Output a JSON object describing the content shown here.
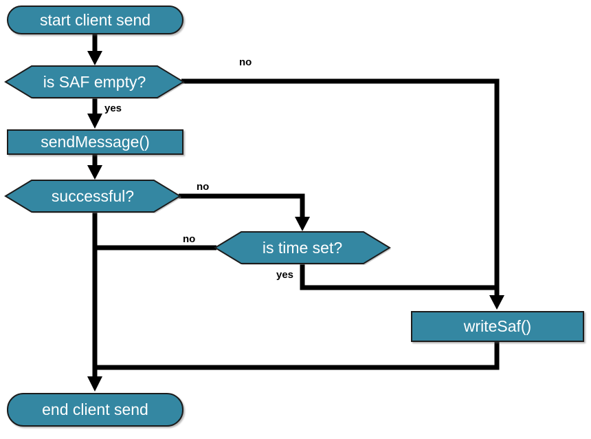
{
  "diagram": {
    "type": "flowchart",
    "nodes": {
      "start": {
        "label": "start client send",
        "shape": "terminator"
      },
      "is_saf_empty": {
        "label": "is SAF empty?",
        "shape": "decision"
      },
      "send_message": {
        "label": "sendMessage()",
        "shape": "process"
      },
      "successful": {
        "label": "successful?",
        "shape": "decision"
      },
      "is_time_set": {
        "label": "is time set?",
        "shape": "decision"
      },
      "write_saf": {
        "label": "writeSaf()",
        "shape": "process"
      },
      "end": {
        "label": "end client send",
        "shape": "terminator"
      }
    },
    "edge_labels": {
      "saf_empty_no": "no",
      "saf_empty_yes": "yes",
      "successful_no": "no",
      "time_set_no": "no",
      "time_set_yes": "yes"
    },
    "colors": {
      "node_fill": "#3487A2",
      "node_border": "#1c1c1c",
      "node_text": "#ffffff",
      "connector": "#000000",
      "label_text": "#000000",
      "background": "#ffffff"
    }
  }
}
